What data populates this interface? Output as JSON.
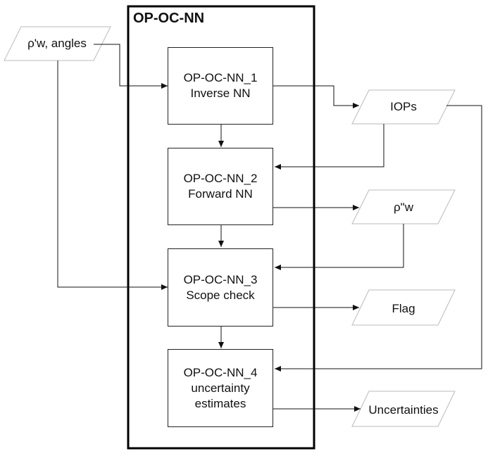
{
  "container": {
    "title": "OP-OC-NN"
  },
  "modules": [
    {
      "id": "OP-OC-NN_1",
      "lines": [
        "OP-OC-NN_1",
        "Inverse NN"
      ]
    },
    {
      "id": "OP-OC-NN_2",
      "lines": [
        "OP-OC-NN_2",
        "Forward NN"
      ]
    },
    {
      "id": "OP-OC-NN_3",
      "lines": [
        "OP-OC-NN_3",
        "Scope check"
      ]
    },
    {
      "id": "OP-OC-NN_4",
      "lines": [
        "OP-OC-NN_4",
        "uncertainty",
        "estimates"
      ]
    }
  ],
  "inputs": {
    "reflectance_angles": "ρ'w, angles"
  },
  "outputs": {
    "iops": "IOPs",
    "rho_w2": "ρ\"w",
    "flag": "Flag",
    "uncertainties": "Uncertainties"
  }
}
